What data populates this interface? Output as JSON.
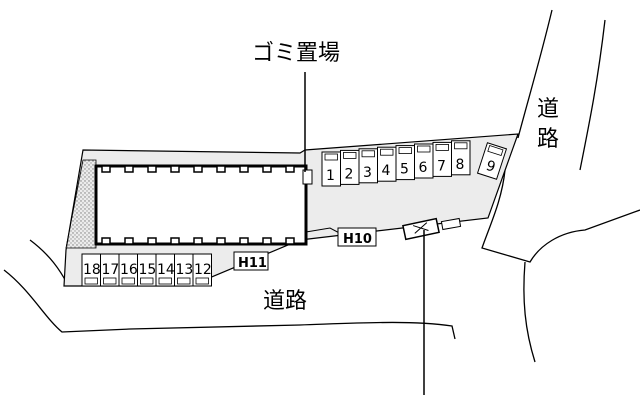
{
  "labels": {
    "garbage": "ゴミ置場",
    "road_right": "道路",
    "road_bottom": "道路",
    "h10": "H10",
    "h11": "H11"
  },
  "slots_top": [
    "1",
    "2",
    "3",
    "4",
    "5",
    "6",
    "7",
    "8"
  ],
  "slot_9": "9",
  "slots_left": [
    "18",
    "17",
    "16",
    "15",
    "14",
    "13",
    "12"
  ],
  "colors": {
    "lot_fill": "#ececec",
    "line": "#000000",
    "hatch": "#9a9a9a"
  }
}
